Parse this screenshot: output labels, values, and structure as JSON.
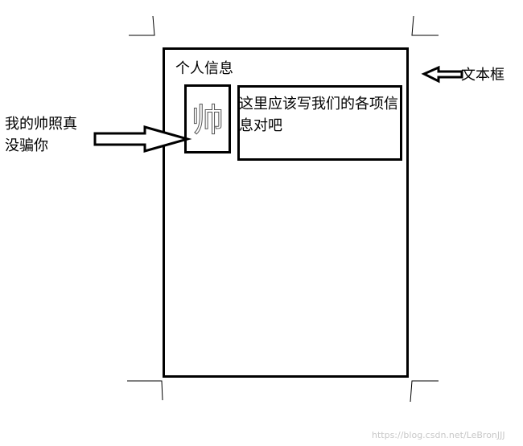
{
  "diagram": {
    "page_title": "个人信息",
    "photo_label": "帅",
    "textbox_text": "这里应该写我们的各项信息对吧",
    "left_caption": "我的帅照真没骗你",
    "right_caption": "文本框",
    "watermark": "https://blog.csdn.net/LeBronJJJ"
  }
}
